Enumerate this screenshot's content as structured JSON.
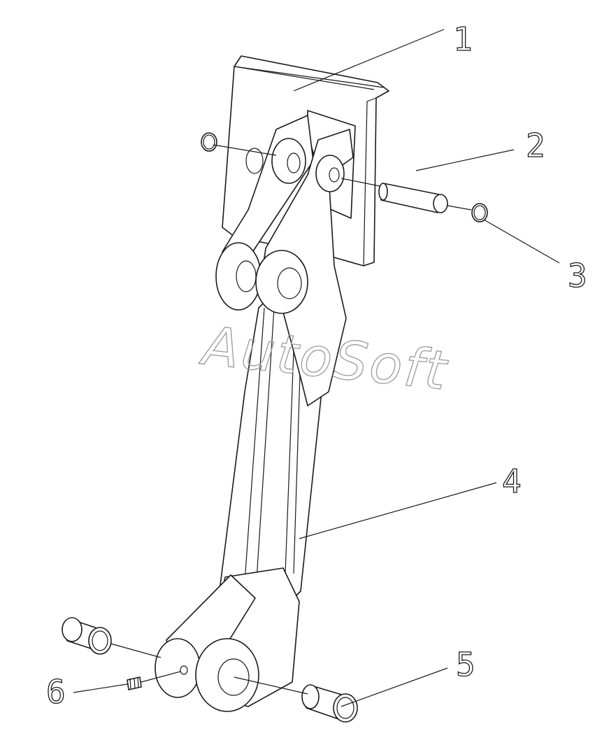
{
  "watermark": "AutoSoft",
  "callouts": [
    {
      "id": "1",
      "label": "1"
    },
    {
      "id": "2",
      "label": "2"
    },
    {
      "id": "3",
      "label": "3"
    },
    {
      "id": "4",
      "label": "4"
    },
    {
      "id": "5",
      "label": "5"
    },
    {
      "id": "6",
      "label": "6"
    }
  ],
  "colors": {
    "line": "#1a1a1a",
    "watermark": "#9a9a9a",
    "background": "#ffffff"
  }
}
